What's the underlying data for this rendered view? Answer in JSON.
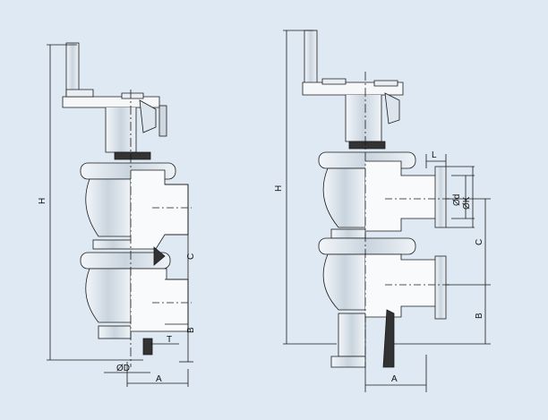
{
  "background_color": "#dfe9f3",
  "line_color": "#1a1a1a",
  "left_view": {
    "labels": {
      "H": "H",
      "C": "C",
      "B": "B",
      "T": "T",
      "OD": "ØD",
      "A": "A"
    }
  },
  "right_view": {
    "labels": {
      "H": "H",
      "L": "L",
      "Od": "Ød",
      "OK": "ØK",
      "C": "C",
      "B": "B",
      "A": "A"
    }
  }
}
